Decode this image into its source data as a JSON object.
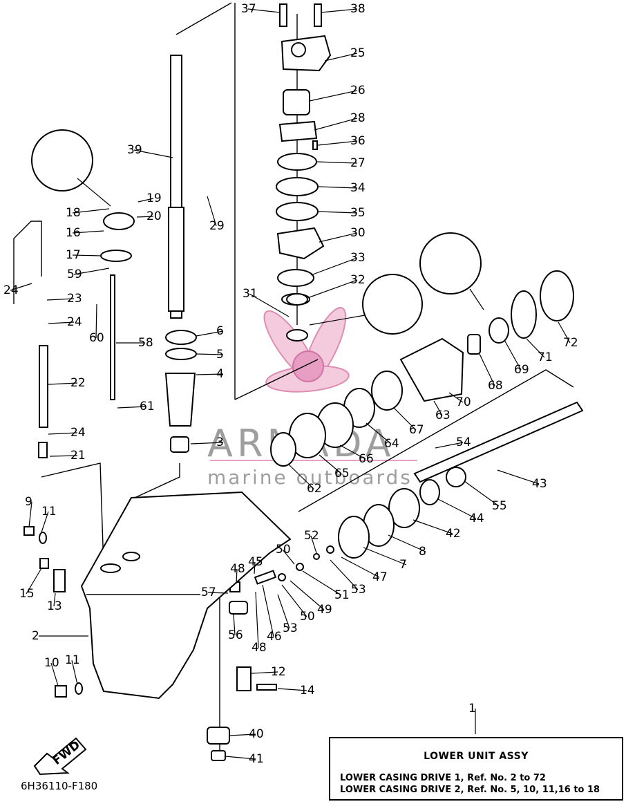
{
  "diagram_code": "6H36110-F180",
  "fwd_label": "FWD",
  "watermark": {
    "brand": "ARMADA",
    "tagline": "marine outboards"
  },
  "callouts": [
    {
      "label": "37"
    },
    {
      "label": "38"
    },
    {
      "label": "25"
    },
    {
      "label": "26"
    },
    {
      "label": "28"
    },
    {
      "label": "36"
    },
    {
      "label": "27"
    },
    {
      "label": "34"
    },
    {
      "label": "35"
    },
    {
      "label": "30"
    },
    {
      "label": "33"
    },
    {
      "label": "32"
    },
    {
      "label": "31"
    },
    {
      "label": "39"
    },
    {
      "label": "19"
    },
    {
      "label": "18"
    },
    {
      "label": "20"
    },
    {
      "label": "16"
    },
    {
      "label": "29"
    },
    {
      "label": "17"
    },
    {
      "label": "59"
    },
    {
      "label": "24"
    },
    {
      "label": "23"
    },
    {
      "label": "24"
    },
    {
      "label": "60"
    },
    {
      "label": "58"
    },
    {
      "label": "6"
    },
    {
      "label": "5"
    },
    {
      "label": "4"
    },
    {
      "label": "22"
    },
    {
      "label": "61"
    },
    {
      "label": "24"
    },
    {
      "label": "21"
    },
    {
      "label": "3"
    },
    {
      "label": "72"
    },
    {
      "label": "71"
    },
    {
      "label": "69"
    },
    {
      "label": "68"
    },
    {
      "label": "70"
    },
    {
      "label": "63"
    },
    {
      "label": "67"
    },
    {
      "label": "64"
    },
    {
      "label": "66"
    },
    {
      "label": "65"
    },
    {
      "label": "62"
    },
    {
      "label": "54"
    },
    {
      "label": "43"
    },
    {
      "label": "55"
    },
    {
      "label": "44"
    },
    {
      "label": "42"
    },
    {
      "label": "8"
    },
    {
      "label": "7"
    },
    {
      "label": "47"
    },
    {
      "label": "52"
    },
    {
      "label": "53"
    },
    {
      "label": "50"
    },
    {
      "label": "51"
    },
    {
      "label": "45"
    },
    {
      "label": "48"
    },
    {
      "label": "57"
    },
    {
      "label": "49"
    },
    {
      "label": "50"
    },
    {
      "label": "53"
    },
    {
      "label": "46"
    },
    {
      "label": "48"
    },
    {
      "label": "56"
    },
    {
      "label": "9"
    },
    {
      "label": "11"
    },
    {
      "label": "15"
    },
    {
      "label": "13"
    },
    {
      "label": "2"
    },
    {
      "label": "12"
    },
    {
      "label": "14"
    },
    {
      "label": "10"
    },
    {
      "label": "11"
    },
    {
      "label": "40"
    },
    {
      "label": "41"
    },
    {
      "label": "1"
    }
  ],
  "assembly_note": {
    "title": "LOWER UNIT ASSY",
    "line1": "LOWER CASING DRIVE 1,  Ref. No. 2 to 72",
    "line2": "LOWER CASING DRIVE 2,  Ref. No. 5, 10, 11,16 to 18"
  }
}
